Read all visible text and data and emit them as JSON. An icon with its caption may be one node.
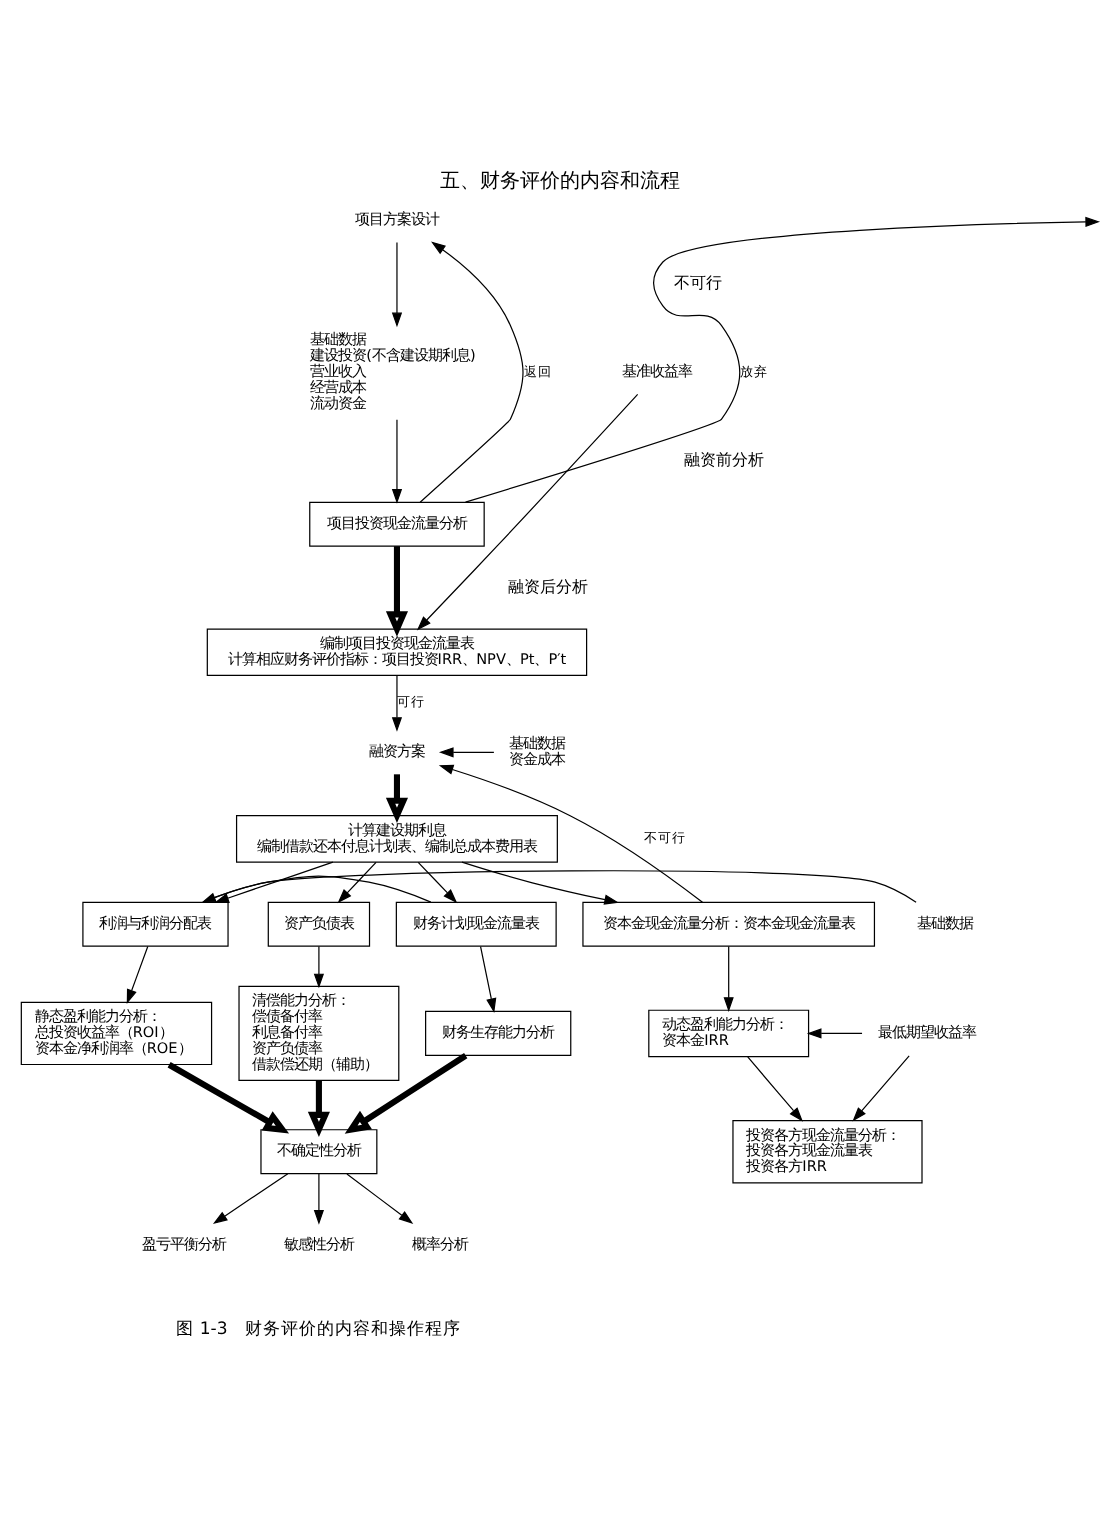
{
  "diagram": {
    "title": "五、财务评价的内容和流程",
    "caption": "图 1-3　财务评价的内容和操作程序",
    "nodes": [
      {
        "text": [
          "项目方案设计"
        ]
      },
      {
        "text": [
          "基础数据",
          "建设投资(不含建设期利息)",
          "营业收入",
          "经营成本",
          "流动资金"
        ]
      },
      {
        "text": [
          "项目投资现金流量分析"
        ]
      },
      {
        "text": [
          "编制项目投资现金流量表",
          "计算相应财务评价指标：项目投资IRR、NPV、Pt、P′t"
        ]
      },
      {
        "text": [
          "基准收益率"
        ]
      },
      {
        "text": [
          "融资方案"
        ]
      },
      {
        "text": [
          "基础数据",
          "资金成本"
        ]
      },
      {
        "text": [
          "计算建设期利息",
          "编制借款还本付息计划表、编制总成本费用表"
        ]
      },
      {
        "text": [
          "利润与利润分配表"
        ]
      },
      {
        "text": [
          "资产负债表"
        ]
      },
      {
        "text": [
          "财务计划现金流量表"
        ]
      },
      {
        "text": [
          "资本金现金流量分析：资本金现金流量表"
        ]
      },
      {
        "text": [
          "基础数据"
        ]
      },
      {
        "text": [
          "静态盈利能力分析：",
          "总投资收益率（ROI）",
          "资本金净利润率（ROE）"
        ]
      },
      {
        "text": [
          "清偿能力分析：",
          "偿债备付率",
          "利息备付率",
          "资产负债率",
          "借款偿还期（辅助）"
        ]
      },
      {
        "text": [
          "财务生存能力分析"
        ]
      },
      {
        "text": [
          "动态盈利能力分析：",
          "资本金IRR"
        ]
      },
      {
        "text": [
          "最低期望收益率"
        ]
      },
      {
        "text": [
          "投资各方现金流量分析：",
          "投资各方现金流量表",
          "投资各方IRR"
        ]
      },
      {
        "text": [
          "不确定性分析"
        ]
      },
      {
        "text": [
          "盈亏平衡分析"
        ]
      },
      {
        "text": [
          "敏感性分析"
        ]
      },
      {
        "text": [
          "概率分析"
        ]
      }
    ],
    "edges": [
      {
        "from": 0,
        "to": 1,
        "arrow": "to"
      },
      {
        "from": 1,
        "to": 2,
        "arrow": "to"
      },
      {
        "from": 2,
        "to": 0,
        "arrow": "to",
        "label": "返回"
      },
      {
        "from": 2,
        "to": null,
        "arrow": "to",
        "label": "放弃"
      },
      {
        "from": 2,
        "to": 3,
        "arrow": "to",
        "style": "thick"
      },
      {
        "from": 4,
        "to": 3,
        "arrow": "to"
      },
      {
        "from": 3,
        "to": 5,
        "arrow": "to",
        "label": "可行"
      },
      {
        "from": 6,
        "to": 5,
        "arrow": "to"
      },
      {
        "from": 11,
        "to": 5,
        "arrow": "to",
        "label": "不可行"
      },
      {
        "from": 5,
        "to": 7,
        "arrow": "to",
        "style": "thick"
      },
      {
        "from": 7,
        "to": 8,
        "arrow": "to"
      },
      {
        "from": 7,
        "to": 9,
        "arrow": "to"
      },
      {
        "from": 7,
        "to": 10,
        "arrow": "to"
      },
      {
        "from": 7,
        "to": 11,
        "arrow": "to"
      },
      {
        "from": 12,
        "to": 8,
        "arrow": "to"
      },
      {
        "from": 8,
        "to": 10,
        "arrow": "none"
      },
      {
        "from": 8,
        "to": 13,
        "arrow": "to"
      },
      {
        "from": 9,
        "to": 14,
        "arrow": "to"
      },
      {
        "from": 10,
        "to": 15,
        "arrow": "to"
      },
      {
        "from": 11,
        "to": 16,
        "arrow": "to"
      },
      {
        "from": 17,
        "to": 16,
        "arrow": "to"
      },
      {
        "from": 16,
        "to": 18,
        "arrow": "to"
      },
      {
        "from": 17,
        "to": 18,
        "arrow": "to"
      },
      {
        "from": 13,
        "to": 19,
        "arrow": "to",
        "style": "thick"
      },
      {
        "from": 14,
        "to": 19,
        "arrow": "to",
        "style": "thick"
      },
      {
        "from": 15,
        "to": 19,
        "arrow": "to",
        "style": "thick"
      },
      {
        "from": 19,
        "to": 20,
        "arrow": "to"
      },
      {
        "from": 19,
        "to": 21,
        "arrow": "to"
      },
      {
        "from": 19,
        "to": 22,
        "arrow": "to"
      }
    ],
    "labels": [
      "不可行",
      "融资前分析",
      "融资后分析"
    ]
  }
}
